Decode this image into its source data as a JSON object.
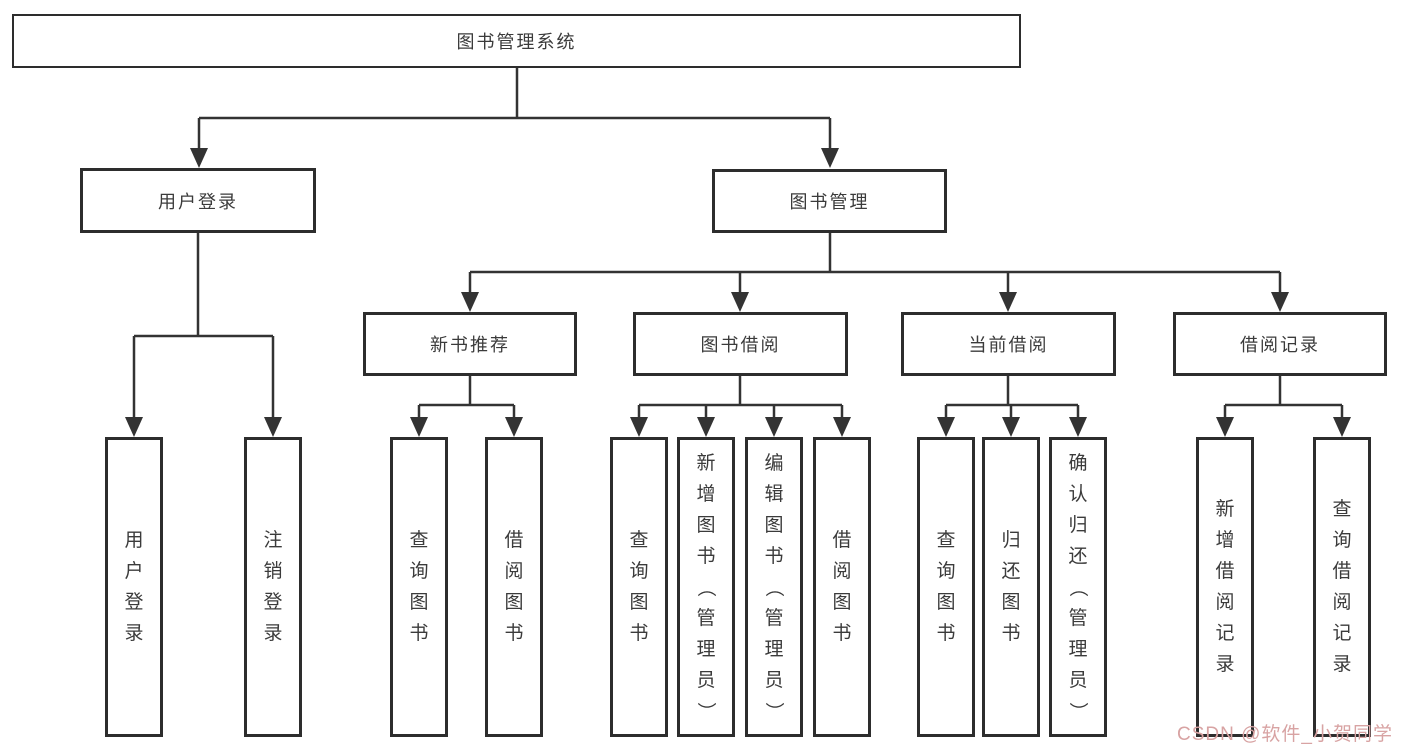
{
  "tree": {
    "root": {
      "label": "图书管理系统"
    },
    "level2": [
      {
        "label": "用户登录",
        "leaves": [
          {
            "label": "用户登录"
          },
          {
            "label": "注销登录"
          }
        ]
      },
      {
        "label": "图书管理"
      }
    ],
    "level3": [
      {
        "label": "新书推荐",
        "leaves": [
          {
            "label": "查询图书"
          },
          {
            "label": "借阅图书"
          }
        ]
      },
      {
        "label": "图书借阅",
        "leaves": [
          {
            "label": "查询图书"
          },
          {
            "label": "新增图书（管理员）"
          },
          {
            "label": "编辑图书（管理员）"
          },
          {
            "label": "借阅图书"
          }
        ]
      },
      {
        "label": "当前借阅",
        "leaves": [
          {
            "label": "查询图书"
          },
          {
            "label": "归还图书"
          },
          {
            "label": "确认归还（管理员）"
          }
        ]
      },
      {
        "label": "借阅记录",
        "leaves": [
          {
            "label": "新增借阅记录"
          },
          {
            "label": "查询借阅记录"
          }
        ]
      }
    ]
  },
  "watermark": {
    "text": "CSDN @软件_小贺同学",
    "color": "#d8a3a3"
  },
  "colors": {
    "line": "#333333",
    "box_border": "#2d2d2d",
    "text": "#3b3b3b",
    "background": "#ffffff"
  }
}
